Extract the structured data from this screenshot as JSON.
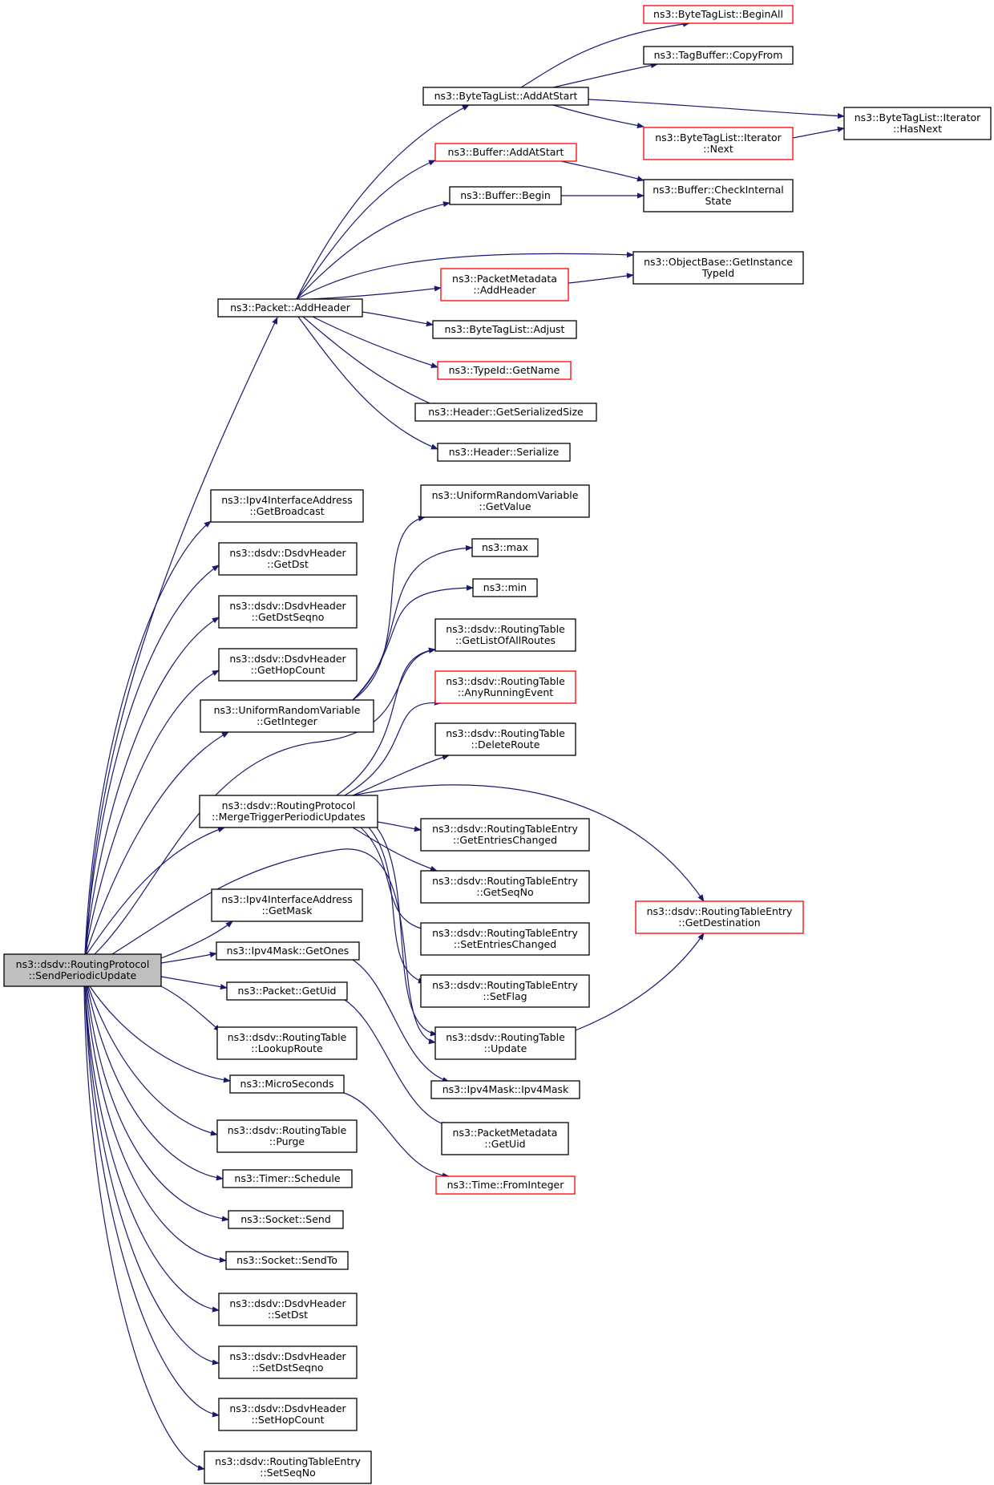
{
  "colors": {
    "edge": "#191970",
    "node_border": "#000000",
    "node_border_truncated": "#ff0000",
    "root_fill": "#bfbfbf",
    "node_fill": "#ffffff"
  },
  "root": "n0",
  "nodes": [
    {
      "id": "n0",
      "lines": [
        "ns3::dsdv::RoutingProtocol",
        "::SendPeriodicUpdate"
      ],
      "root": true
    },
    {
      "id": "n1",
      "lines": [
        "ns3::Packet::AddHeader"
      ]
    },
    {
      "id": "n2",
      "lines": [
        "ns3::Ipv4InterfaceAddress",
        "::GetBroadcast"
      ]
    },
    {
      "id": "n3",
      "lines": [
        "ns3::dsdv::DsdvHeader",
        "::GetDst"
      ]
    },
    {
      "id": "n4",
      "lines": [
        "ns3::dsdv::DsdvHeader",
        "::GetDstSeqno"
      ]
    },
    {
      "id": "n5",
      "lines": [
        "ns3::dsdv::DsdvHeader",
        "::GetHopCount"
      ]
    },
    {
      "id": "n6",
      "lines": [
        "ns3::UniformRandomVariable",
        "::GetInteger"
      ]
    },
    {
      "id": "n7",
      "lines": [
        "ns3::dsdv::RoutingProtocol",
        "::MergeTriggerPeriodicUpdates"
      ]
    },
    {
      "id": "n8",
      "lines": [
        "ns3::Ipv4InterfaceAddress",
        "::GetMask"
      ]
    },
    {
      "id": "n9",
      "lines": [
        "ns3::Ipv4Mask::GetOnes"
      ]
    },
    {
      "id": "n10",
      "lines": [
        "ns3::Packet::GetUid"
      ]
    },
    {
      "id": "n11",
      "lines": [
        "ns3::dsdv::RoutingTable",
        "::LookupRoute"
      ]
    },
    {
      "id": "n12",
      "lines": [
        "ns3::MicroSeconds"
      ]
    },
    {
      "id": "n13",
      "lines": [
        "ns3::dsdv::RoutingTable",
        "::Purge"
      ]
    },
    {
      "id": "n14",
      "lines": [
        "ns3::Timer::Schedule"
      ]
    },
    {
      "id": "n15",
      "lines": [
        "ns3::Socket::Send"
      ]
    },
    {
      "id": "n16",
      "lines": [
        "ns3::Socket::SendTo"
      ]
    },
    {
      "id": "n17",
      "lines": [
        "ns3::dsdv::DsdvHeader",
        "::SetDst"
      ]
    },
    {
      "id": "n18",
      "lines": [
        "ns3::dsdv::DsdvHeader",
        "::SetDstSeqno"
      ]
    },
    {
      "id": "n19",
      "lines": [
        "ns3::dsdv::DsdvHeader",
        "::SetHopCount"
      ]
    },
    {
      "id": "n20",
      "lines": [
        "ns3::dsdv::RoutingTableEntry",
        "::SetSeqNo"
      ]
    },
    {
      "id": "n21",
      "lines": [
        "ns3::ByteTagList::AddAtStart"
      ]
    },
    {
      "id": "n22",
      "lines": [
        "ns3::Buffer::AddAtStart"
      ],
      "truncated": true
    },
    {
      "id": "n23",
      "lines": [
        "ns3::Buffer::Begin"
      ]
    },
    {
      "id": "n24",
      "lines": [
        "ns3::PacketMetadata",
        "::AddHeader"
      ],
      "truncated": true
    },
    {
      "id": "n25",
      "lines": [
        "ns3::ByteTagList::Adjust"
      ]
    },
    {
      "id": "n26",
      "lines": [
        "ns3::TypeId::GetName"
      ],
      "truncated": true
    },
    {
      "id": "n27",
      "lines": [
        "ns3::Header::GetSerializedSize"
      ]
    },
    {
      "id": "n28",
      "lines": [
        "ns3::Header::Serialize"
      ]
    },
    {
      "id": "n29",
      "lines": [
        "ns3::ByteTagList::BeginAll"
      ],
      "truncated": true
    },
    {
      "id": "n30",
      "lines": [
        "ns3::TagBuffer::CopyFrom"
      ]
    },
    {
      "id": "n31",
      "lines": [
        "ns3::ByteTagList::Iterator",
        "::HasNext"
      ]
    },
    {
      "id": "n32",
      "lines": [
        "ns3::ByteTagList::Iterator",
        "::Next"
      ],
      "truncated": true
    },
    {
      "id": "n33",
      "lines": [
        "ns3::Buffer::CheckInternal",
        "State"
      ]
    },
    {
      "id": "n34",
      "lines": [
        "ns3::ObjectBase::GetInstance",
        "TypeId"
      ]
    },
    {
      "id": "n35",
      "lines": [
        "ns3::UniformRandomVariable",
        "::GetValue"
      ]
    },
    {
      "id": "n36",
      "lines": [
        "ns3::max"
      ]
    },
    {
      "id": "n37",
      "lines": [
        "ns3::min"
      ]
    },
    {
      "id": "n38",
      "lines": [
        "ns3::dsdv::RoutingTable",
        "::GetListOfAllRoutes"
      ]
    },
    {
      "id": "n39",
      "lines": [
        "ns3::dsdv::RoutingTable",
        "::AnyRunningEvent"
      ],
      "truncated": true
    },
    {
      "id": "n40",
      "lines": [
        "ns3::dsdv::RoutingTable",
        "::DeleteRoute"
      ]
    },
    {
      "id": "n41",
      "lines": [
        "ns3::dsdv::RoutingTableEntry",
        "::GetEntriesChanged"
      ]
    },
    {
      "id": "n42",
      "lines": [
        "ns3::dsdv::RoutingTableEntry",
        "::GetSeqNo"
      ]
    },
    {
      "id": "n43",
      "lines": [
        "ns3::dsdv::RoutingTableEntry",
        "::SetEntriesChanged"
      ]
    },
    {
      "id": "n44",
      "lines": [
        "ns3::dsdv::RoutingTableEntry",
        "::SetFlag"
      ]
    },
    {
      "id": "n45",
      "lines": [
        "ns3::dsdv::RoutingTable",
        "::Update"
      ]
    },
    {
      "id": "n46",
      "lines": [
        "ns3::Ipv4Mask::Ipv4Mask"
      ]
    },
    {
      "id": "n47",
      "lines": [
        "ns3::PacketMetadata",
        "::GetUid"
      ]
    },
    {
      "id": "n48",
      "lines": [
        "ns3::Time::FromInteger"
      ],
      "truncated": true
    },
    {
      "id": "n49",
      "lines": [
        "ns3::dsdv::RoutingTableEntry",
        "::GetDestination"
      ],
      "truncated": true
    }
  ],
  "edges": [
    [
      "n0",
      "n1"
    ],
    [
      "n0",
      "n2"
    ],
    [
      "n0",
      "n3"
    ],
    [
      "n0",
      "n4"
    ],
    [
      "n0",
      "n5"
    ],
    [
      "n0",
      "n6"
    ],
    [
      "n0",
      "n7"
    ],
    [
      "n0",
      "n8"
    ],
    [
      "n0",
      "n9"
    ],
    [
      "n0",
      "n10"
    ],
    [
      "n0",
      "n11"
    ],
    [
      "n0",
      "n12"
    ],
    [
      "n0",
      "n13"
    ],
    [
      "n0",
      "n14"
    ],
    [
      "n0",
      "n15"
    ],
    [
      "n0",
      "n16"
    ],
    [
      "n0",
      "n17"
    ],
    [
      "n0",
      "n18"
    ],
    [
      "n0",
      "n19"
    ],
    [
      "n0",
      "n20"
    ],
    [
      "n0",
      "n38"
    ],
    [
      "n0",
      "n45"
    ],
    [
      "n1",
      "n21"
    ],
    [
      "n1",
      "n22"
    ],
    [
      "n1",
      "n23"
    ],
    [
      "n1",
      "n34"
    ],
    [
      "n1",
      "n24"
    ],
    [
      "n1",
      "n25"
    ],
    [
      "n1",
      "n26"
    ],
    [
      "n1",
      "n27"
    ],
    [
      "n1",
      "n28"
    ],
    [
      "n21",
      "n29"
    ],
    [
      "n21",
      "n30"
    ],
    [
      "n21",
      "n31"
    ],
    [
      "n21",
      "n32"
    ],
    [
      "n32",
      "n31"
    ],
    [
      "n22",
      "n33"
    ],
    [
      "n23",
      "n33"
    ],
    [
      "n24",
      "n34"
    ],
    [
      "n6",
      "n35"
    ],
    [
      "n6",
      "n36"
    ],
    [
      "n6",
      "n37"
    ],
    [
      "n7",
      "n38"
    ],
    [
      "n7",
      "n39"
    ],
    [
      "n7",
      "n40"
    ],
    [
      "n7",
      "n49"
    ],
    [
      "n7",
      "n41"
    ],
    [
      "n7",
      "n42"
    ],
    [
      "n7",
      "n43"
    ],
    [
      "n7",
      "n44"
    ],
    [
      "n7",
      "n45"
    ],
    [
      "n45",
      "n49"
    ],
    [
      "n9",
      "n46"
    ],
    [
      "n10",
      "n47"
    ],
    [
      "n12",
      "n48"
    ]
  ]
}
